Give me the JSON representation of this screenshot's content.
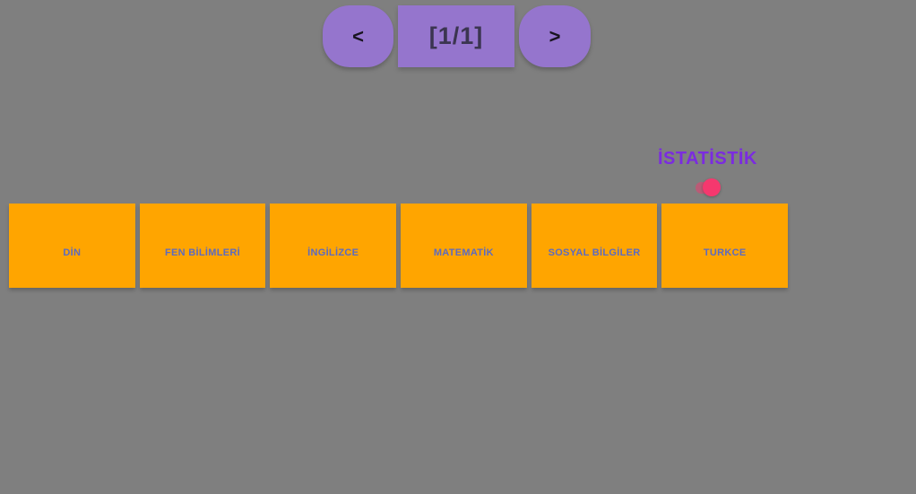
{
  "colors": {
    "background": "#7f7f7f",
    "pager_purple": "#9575cd",
    "pager_text_dark": "#3b3550",
    "arrow_dark": "#18141f",
    "title_purple": "#7b2be0",
    "toggle_pink": "#f5386e",
    "subject_orange": "#ffa500",
    "subject_label_blue": "#5c6bc0"
  },
  "pager": {
    "prev_label": "<",
    "page_indicator": "[1/1]",
    "next_label": ">"
  },
  "statistics": {
    "title": "İSTATİSTİK",
    "toggle_state": "on"
  },
  "subjects": [
    {
      "label": "DİN"
    },
    {
      "label": "FEN BİLİMLERİ"
    },
    {
      "label": "İNGİLİZCE"
    },
    {
      "label": "MATEMATİK"
    },
    {
      "label": "SOSYAL BİLGİLER"
    },
    {
      "label": "TURKCE"
    }
  ]
}
